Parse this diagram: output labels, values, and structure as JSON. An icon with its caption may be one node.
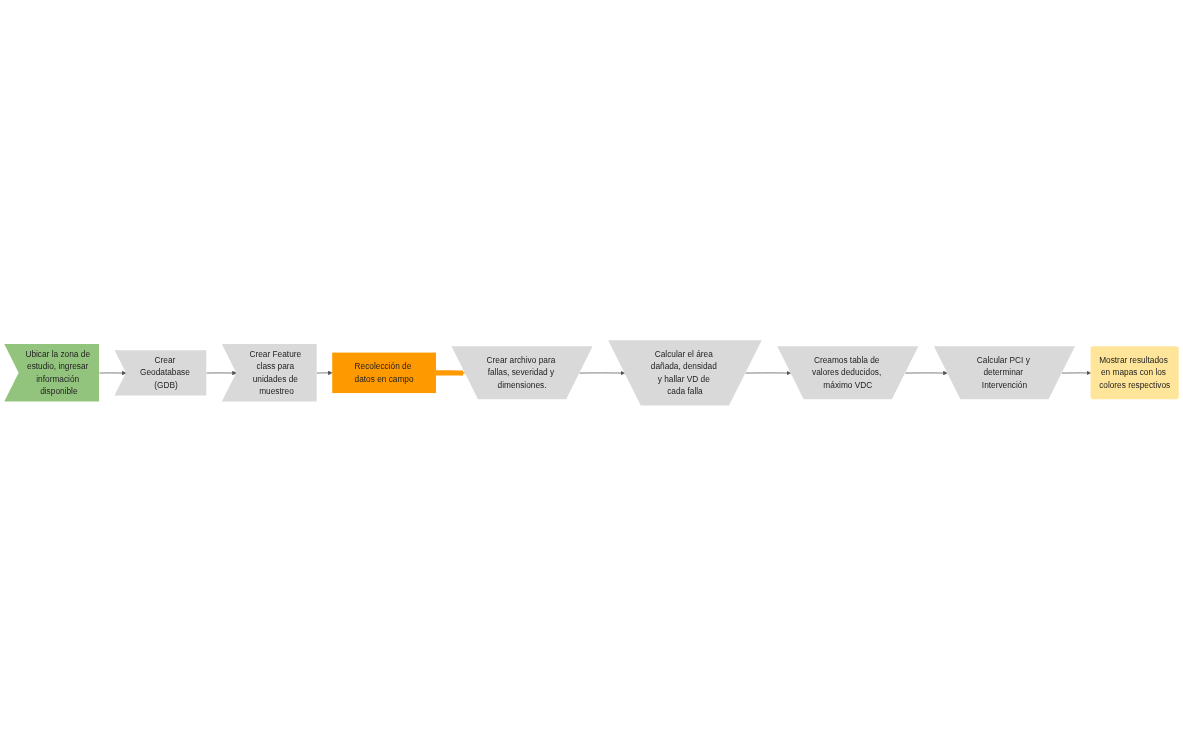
{
  "diagram": {
    "nodes": [
      {
        "text": [
          "Ubicar la zona de estudio, ingresar información disponible"
        ]
      },
      {
        "text": [
          "Crear Geodatabase (GDB)"
        ]
      },
      {
        "text": [
          "Crear Feature class para unidades de muestreo"
        ]
      },
      {
        "text": [
          "Recolección de datos en campo"
        ]
      },
      {
        "text": [
          "Crear archivo para fallas, severidad y dimensiones."
        ]
      },
      {
        "text": [
          "Calcular el área dañada, densidad y hallar VD de cada falla"
        ]
      },
      {
        "text": [
          "Creamos tabla de valores deducidos, máximo VDC"
        ]
      },
      {
        "text": [
          "Calcular PCI y determinar Intervención"
        ]
      },
      {
        "text": [
          "Mostrar resultados en mapas con los colores respectivos"
        ]
      }
    ],
    "edges": [
      {
        "from": 0,
        "to": 1,
        "arrow": "to"
      },
      {
        "from": 1,
        "to": 2,
        "arrow": "to"
      },
      {
        "from": 2,
        "to": 3,
        "arrow": "to"
      },
      {
        "from": 3,
        "to": 4,
        "arrow": "to",
        "style": "thick",
        "color": "#ff9900"
      },
      {
        "from": 4,
        "to": 5,
        "arrow": "to"
      },
      {
        "from": 5,
        "to": 6,
        "arrow": "to"
      },
      {
        "from": 6,
        "to": 7,
        "arrow": "to"
      },
      {
        "from": 7,
        "to": 8,
        "arrow": "to"
      }
    ]
  }
}
